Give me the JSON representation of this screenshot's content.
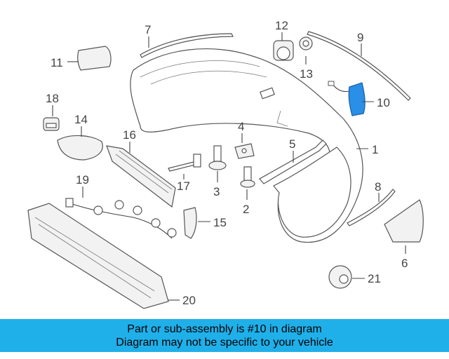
{
  "diagram": {
    "callouts": [
      "1",
      "2",
      "3",
      "4",
      "5",
      "6",
      "7",
      "8",
      "9",
      "10",
      "11",
      "12",
      "13",
      "14",
      "15",
      "16",
      "17",
      "18",
      "19",
      "20",
      "21"
    ],
    "highlighted_part": "10",
    "colors": {
      "highlight": "#2a8fe6",
      "line": "#555555",
      "banner": "#1fb0ea"
    }
  },
  "banner": {
    "line1": "Part or sub-assembly is #10 in diagram",
    "line2": "Diagram may not be specific to your vehicle"
  }
}
